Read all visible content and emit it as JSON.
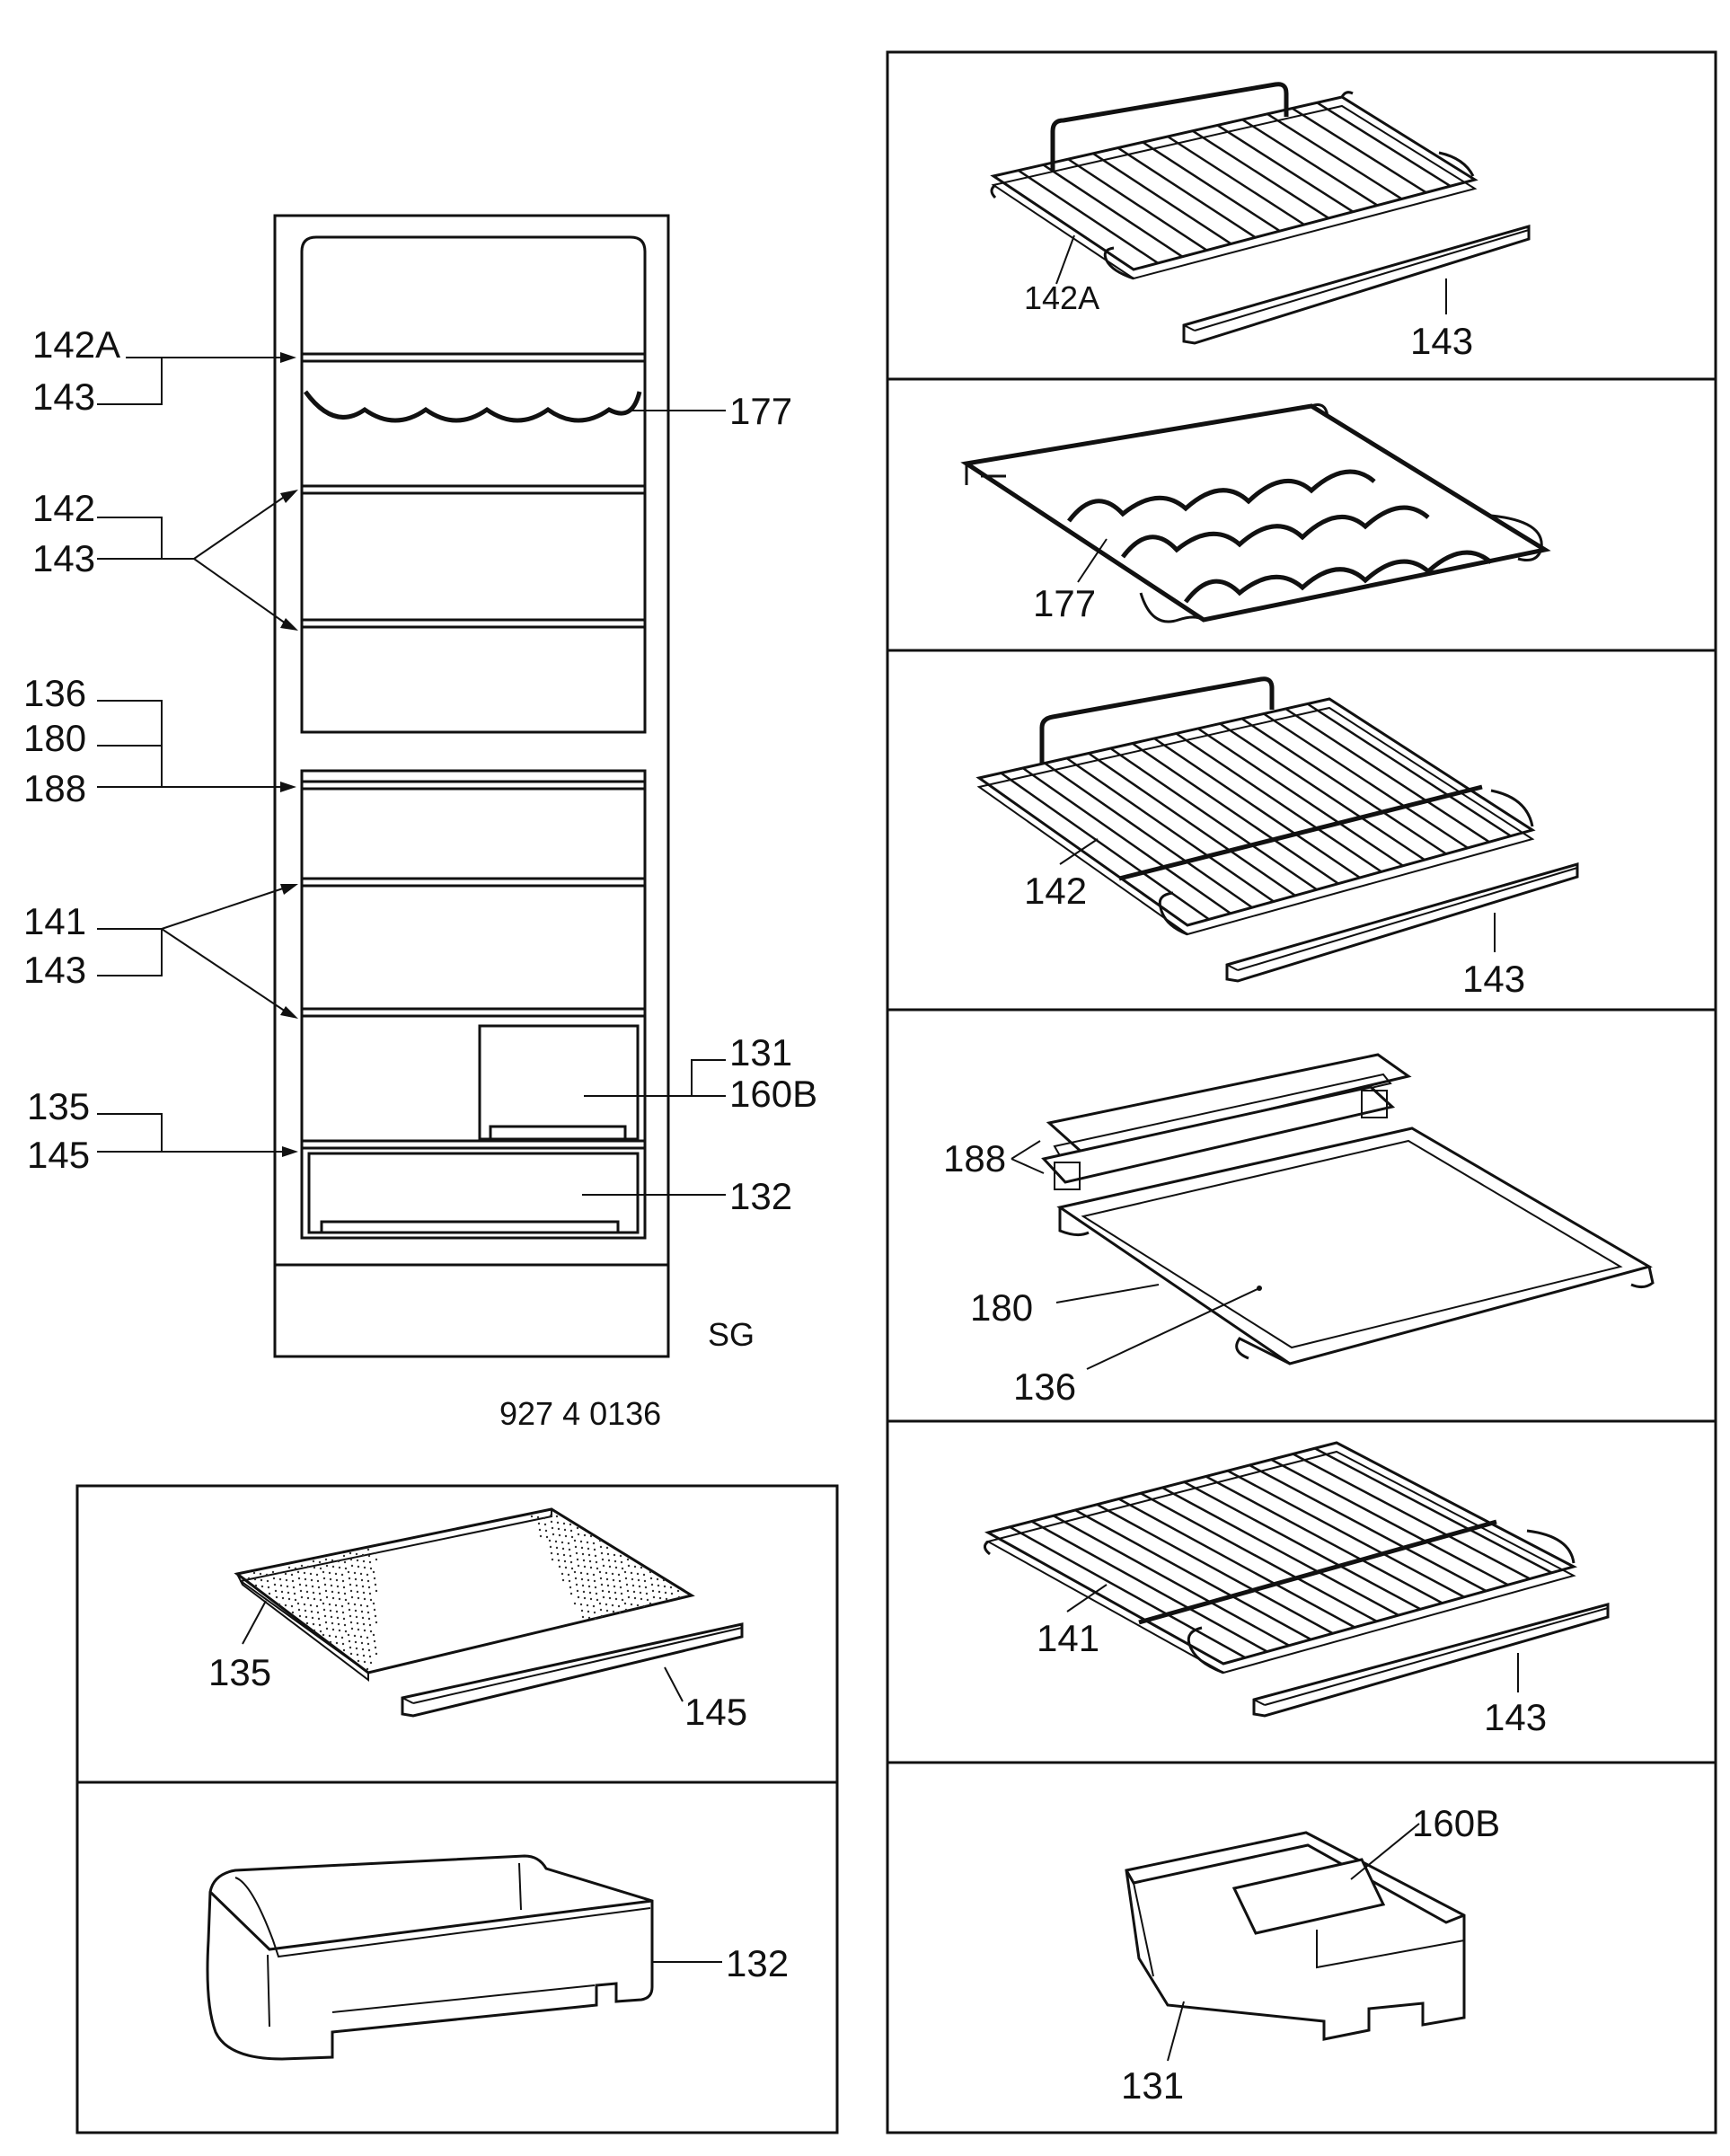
{
  "fridge": {
    "code": "SG",
    "drawing_number": "927 4 0136",
    "callouts": {
      "left_142A": "142A",
      "left_143a": "143",
      "left_142": "142",
      "left_143b": "143",
      "left_136": "136",
      "left_180": "180",
      "left_188": "188",
      "left_141": "141",
      "left_143c": "143",
      "left_135": "135",
      "left_145": "145",
      "right_177": "177",
      "right_131": "131",
      "right_160B": "160B",
      "right_132": "132"
    }
  },
  "panels": {
    "shelf_142A": {
      "part": "142A",
      "runner": "143"
    },
    "wine_rack": {
      "part": "177"
    },
    "shelf_142": {
      "part": "142",
      "runner": "143"
    },
    "glass_shelf": {
      "trim": "188",
      "frame": "180",
      "glass": "136"
    },
    "shelf_141": {
      "part": "141",
      "runner": "143"
    },
    "drawer_131": {
      "divider": "160B",
      "drawer": "131"
    },
    "glass_135": {
      "glass": "135",
      "runner": "145"
    },
    "crisper_132": {
      "part": "132"
    }
  }
}
